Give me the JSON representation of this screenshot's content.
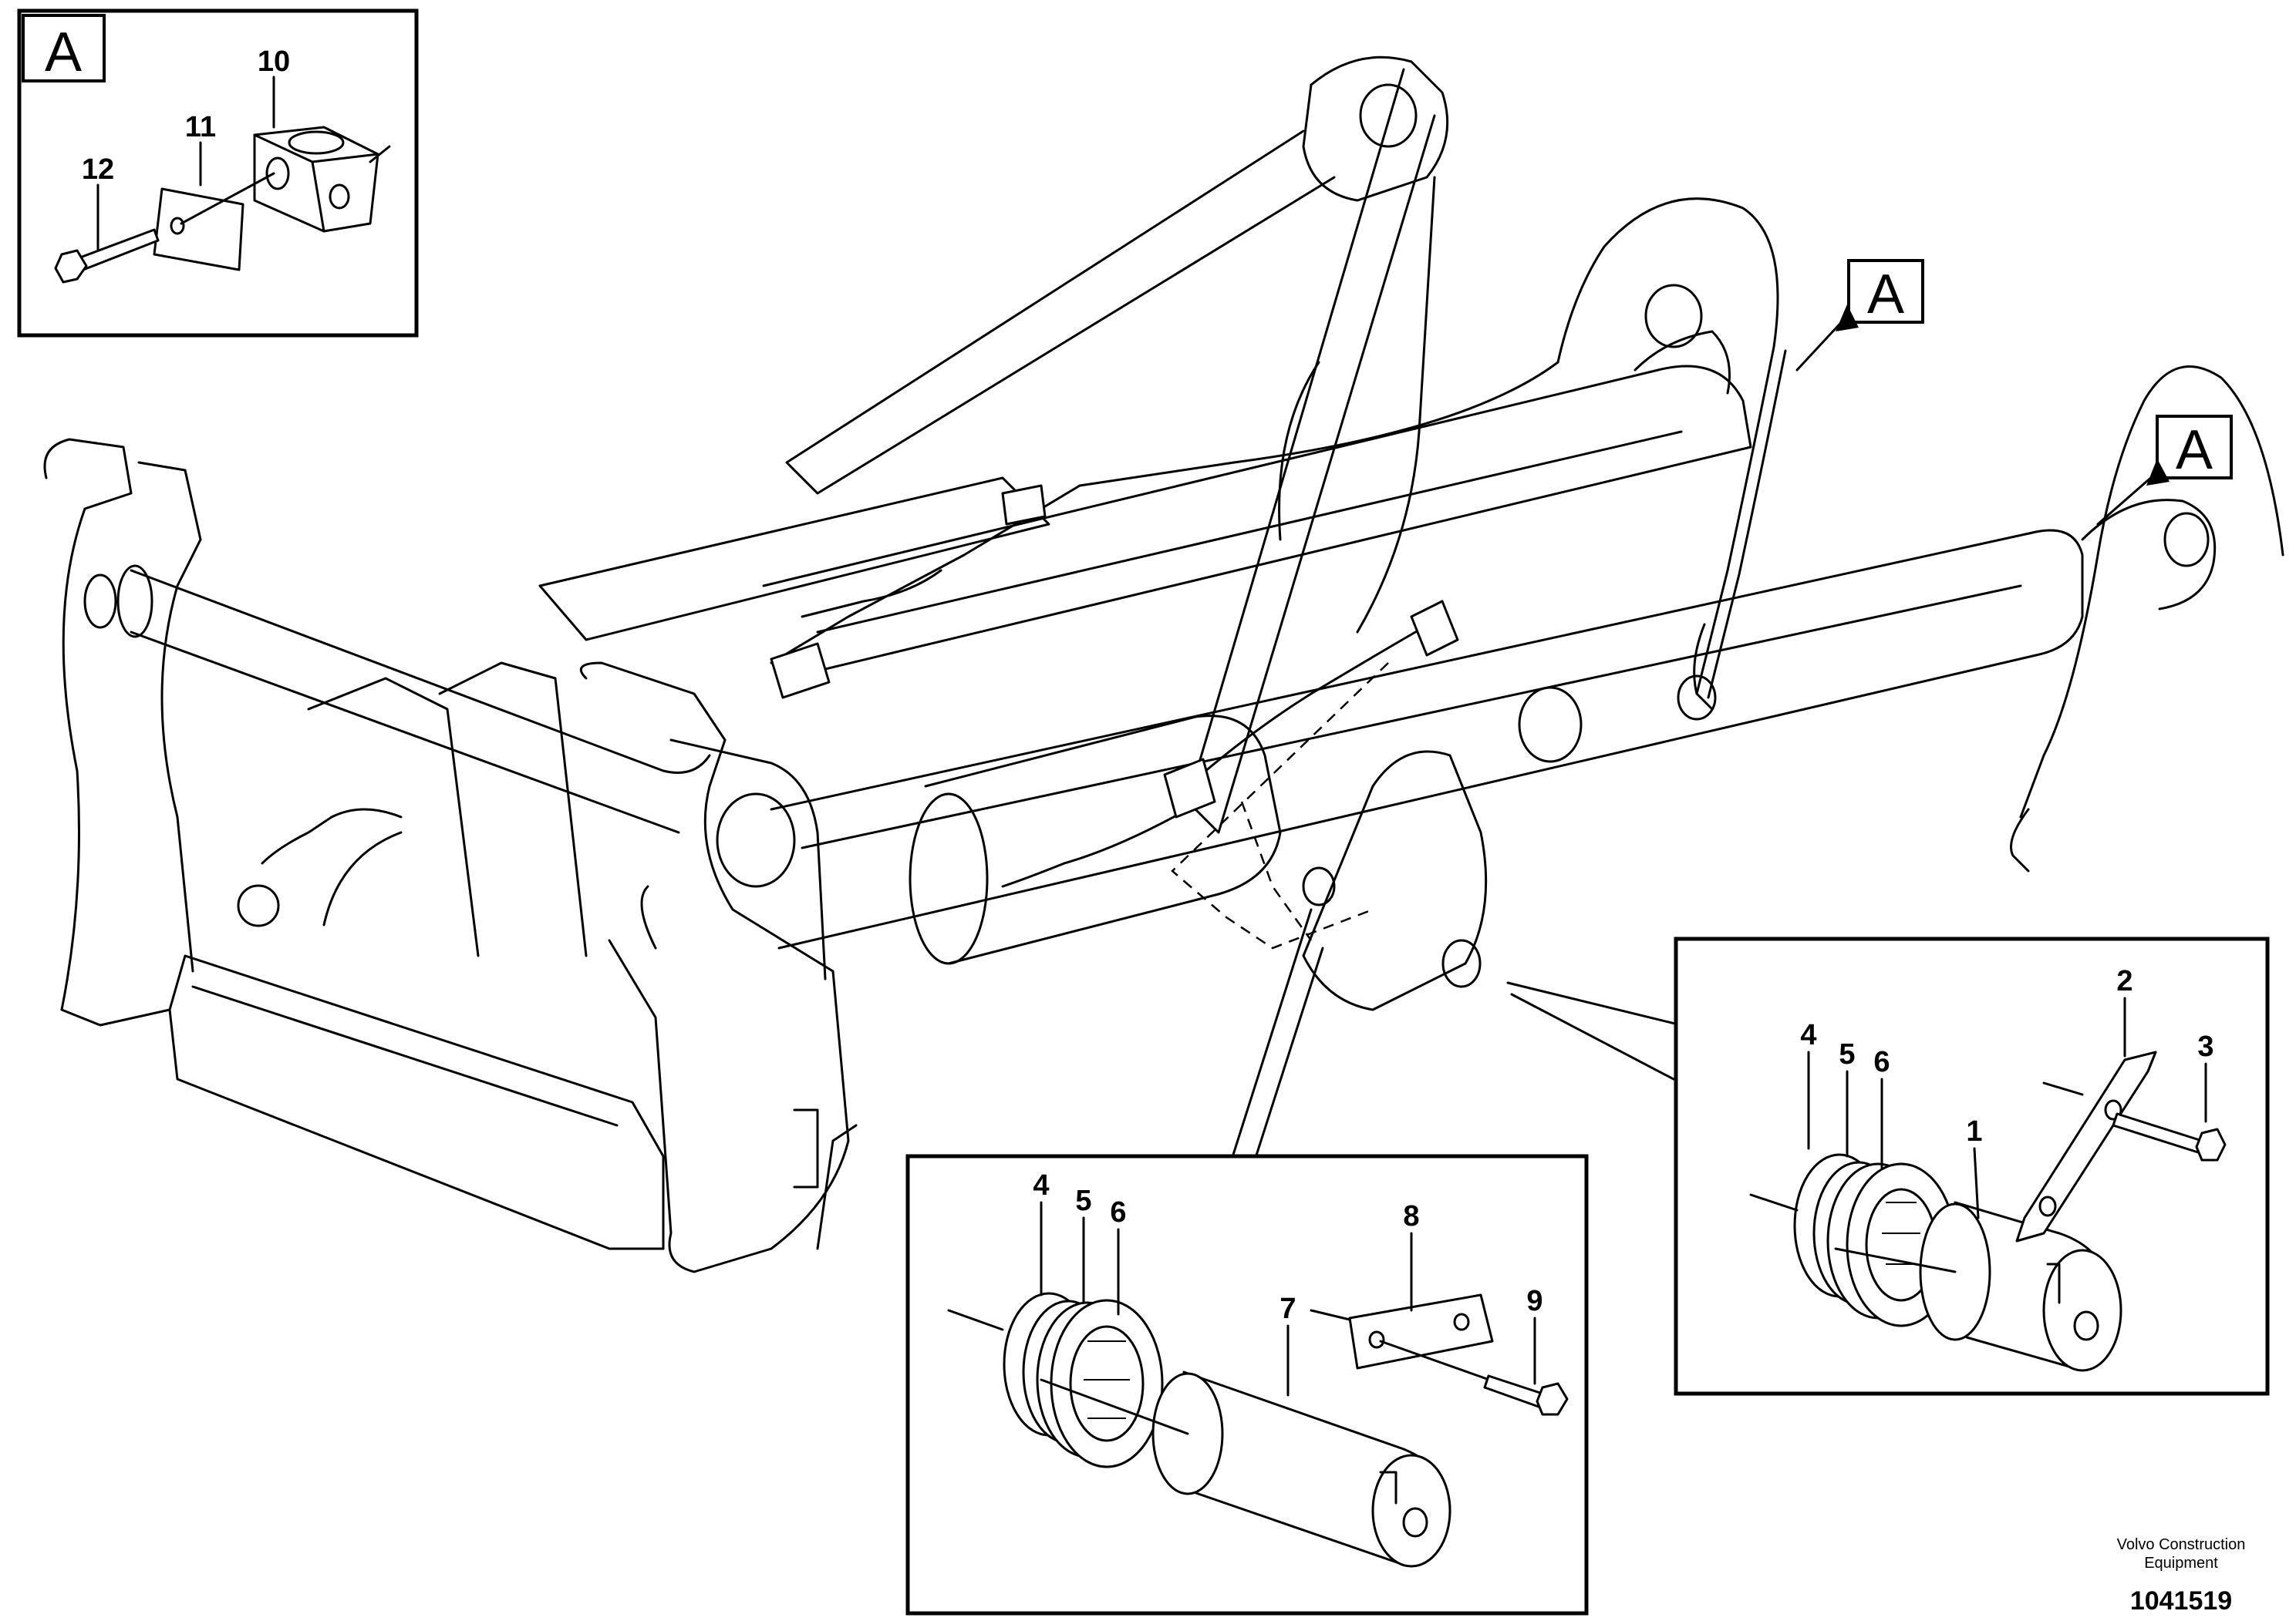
{
  "figure": {
    "reference_letter": "A",
    "drawing_number": "1041519",
    "credit_line1": "Volvo Construction",
    "credit_line2": "Equipment"
  },
  "part_numbers": {
    "inset_a": [
      "10",
      "11",
      "12"
    ],
    "inset_right": [
      "2",
      "3",
      "4",
      "5",
      "6",
      "1"
    ],
    "inset_bottom": [
      "4",
      "5",
      "6",
      "8",
      "7",
      "9"
    ]
  }
}
